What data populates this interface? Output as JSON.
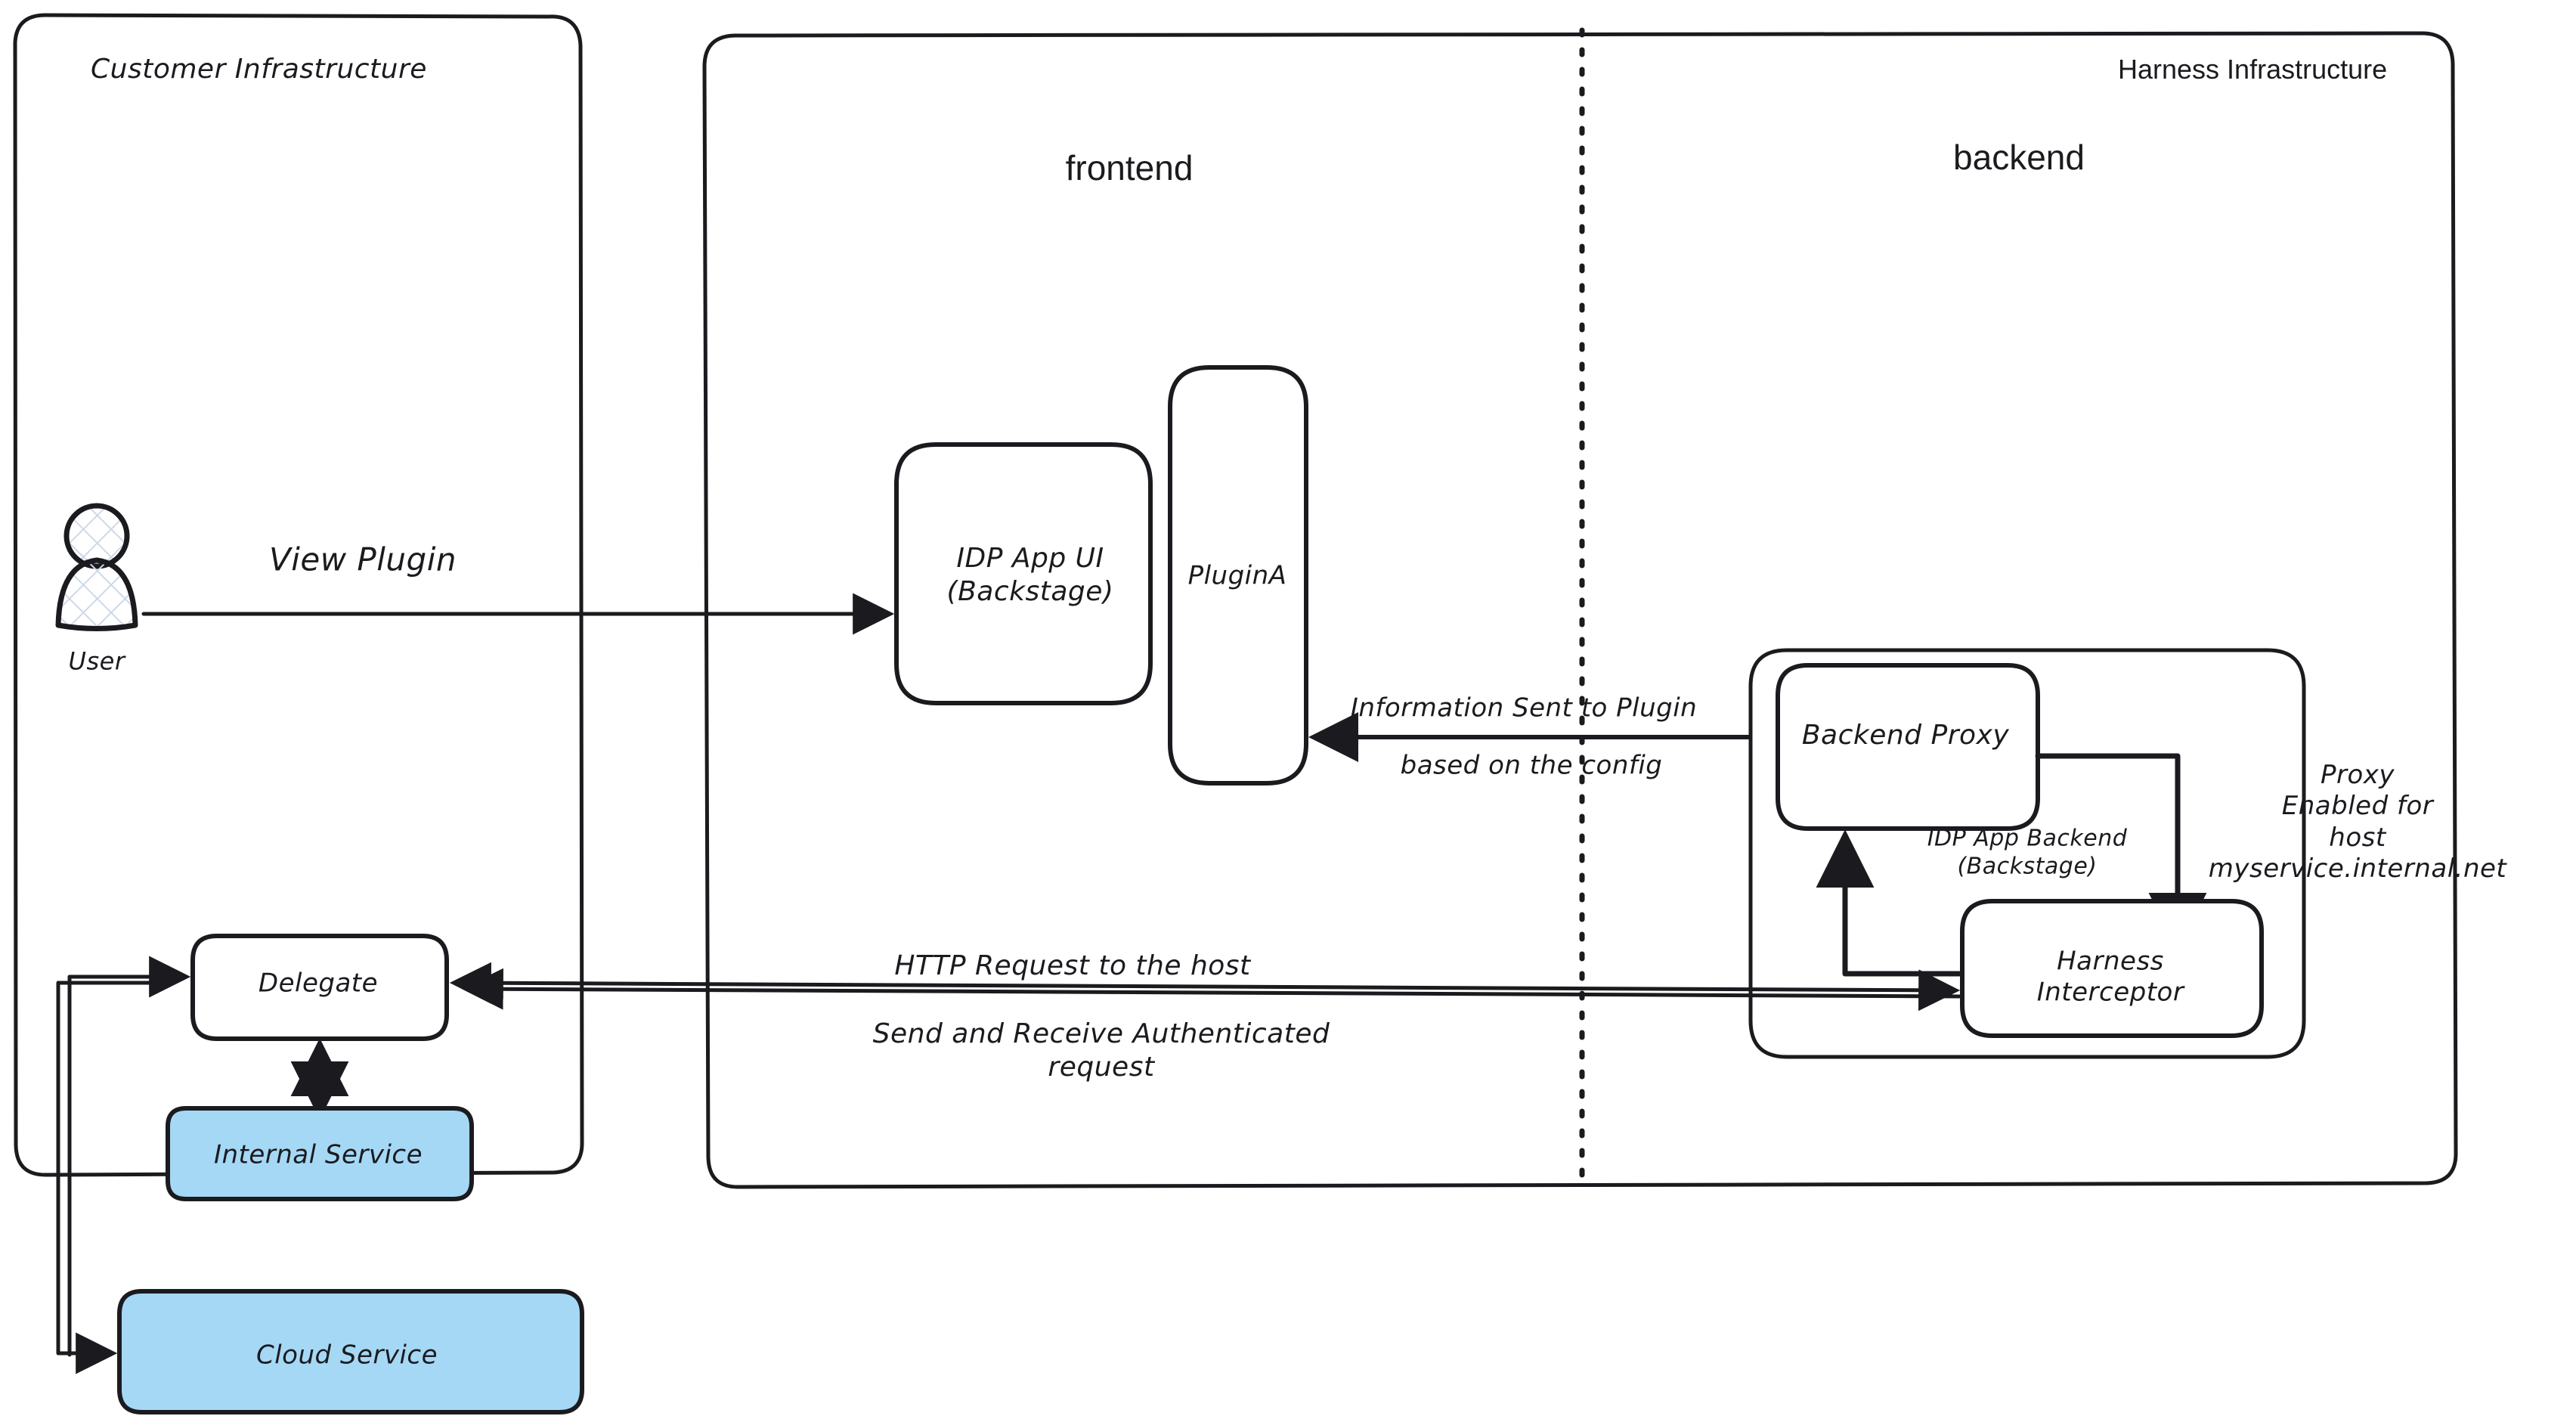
{
  "diagram": {
    "title_hidden": "",
    "groups": [
      {
        "id": "customer-infrastructure",
        "label": "Customer Infrastructure"
      },
      {
        "id": "harness-infrastructure",
        "label": "Harness Infrastructure"
      },
      {
        "id": "idp-app-backend",
        "label": "IDP App Backend\n(Backstage)"
      }
    ],
    "zones": [
      {
        "id": "frontend",
        "label": "frontend"
      },
      {
        "id": "backend",
        "label": "backend"
      }
    ],
    "nodes": [
      {
        "id": "user",
        "label": "User",
        "shape": "actor",
        "fill": "hatched"
      },
      {
        "id": "idp-app-ui",
        "label": "IDP App UI\n(Backstage)",
        "shape": "rounded-rect",
        "fill": "#ffffff"
      },
      {
        "id": "plugin-a",
        "label": "PluginA",
        "shape": "rounded-rect",
        "fill": "#ffffff"
      },
      {
        "id": "backend-proxy",
        "label": "Backend Proxy",
        "shape": "rounded-rect",
        "fill": "#ffffff"
      },
      {
        "id": "harness-interceptor",
        "label": "Harness\nInterceptor",
        "shape": "rounded-rect",
        "fill": "#ffffff"
      },
      {
        "id": "delegate",
        "label": "Delegate",
        "shape": "rounded-rect",
        "fill": "#ffffff"
      },
      {
        "id": "internal-service",
        "label": "Internal Service",
        "shape": "rounded-rect",
        "fill": "#a5d8f5"
      },
      {
        "id": "cloud-service",
        "label": "Cloud Service",
        "shape": "rounded-rect",
        "fill": "#a5d8f5"
      }
    ],
    "edge_labels": [
      {
        "id": "view-plugin",
        "text": "View Plugin"
      },
      {
        "id": "information-sent-top",
        "text": "Information Sent to Plugin"
      },
      {
        "id": "information-sent-bottom",
        "text": "based on the config"
      },
      {
        "id": "http-request",
        "text": "HTTP Request to the host"
      },
      {
        "id": "send-receive",
        "text": "Send and Receive Authenticated\nrequest"
      },
      {
        "id": "proxy-enabled",
        "text": "Proxy\nEnabled for\nhost myservice.internal.net"
      }
    ],
    "colors": {
      "stroke": "#1b1b1f",
      "blue_fill": "#a5d8f5",
      "hatch": "#ced9e8",
      "background": "#ffffff"
    }
  }
}
